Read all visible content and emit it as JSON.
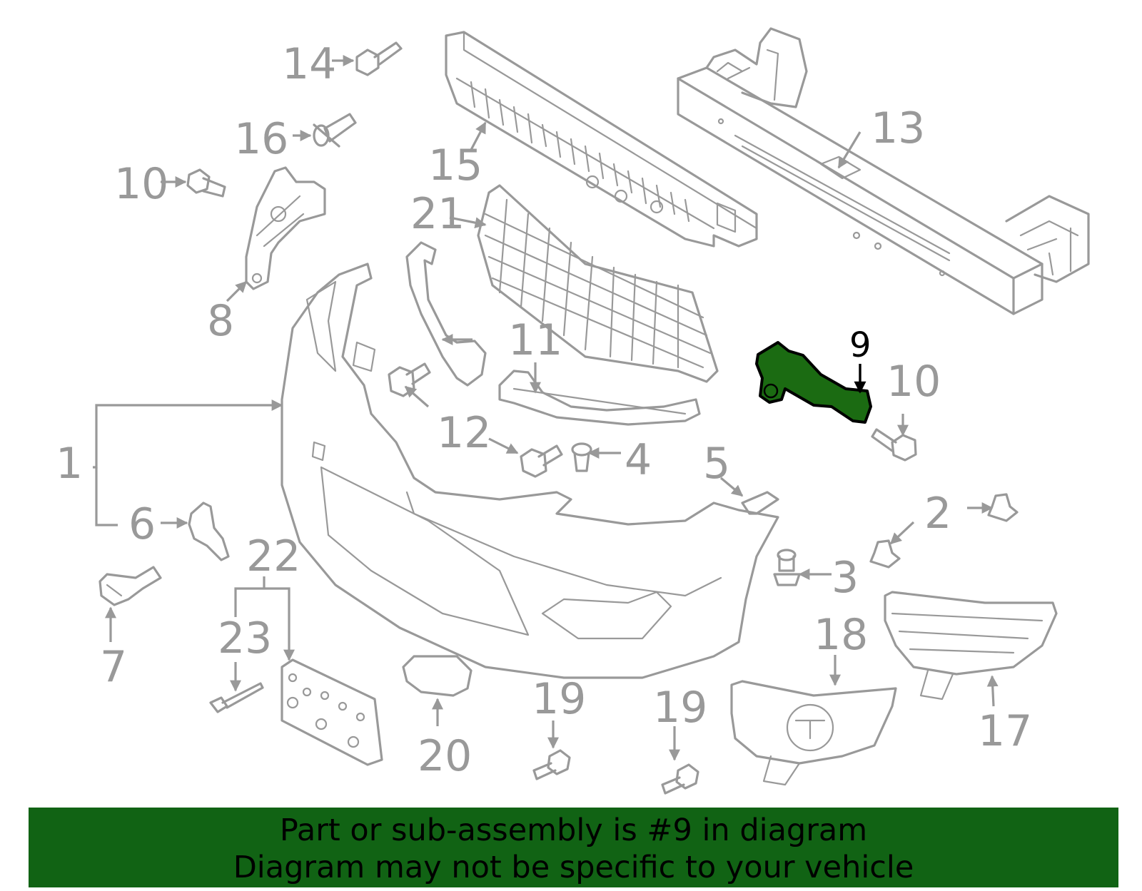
{
  "callouts": {
    "c1": "1",
    "c2": "2",
    "c3": "3",
    "c4": "4",
    "c5": "5",
    "c6": "6",
    "c7": "7",
    "c8": "8",
    "c9": "9",
    "c10a": "10",
    "c10b": "10",
    "c11": "11",
    "c12": "12",
    "c13": "13",
    "c14": "14",
    "c15": "15",
    "c16": "16",
    "c17": "17",
    "c18": "18",
    "c19a": "19",
    "c19b": "19",
    "c20": "20",
    "c21": "21",
    "c22": "22",
    "c23": "23"
  },
  "highlighted_part": "9",
  "colors": {
    "highlight": "#1b6b12",
    "banner": "#116314",
    "line": "#999999"
  },
  "banner": {
    "line1": "Part or sub-assembly is #9 in diagram",
    "line2": "Diagram may not be specific to your vehicle"
  }
}
